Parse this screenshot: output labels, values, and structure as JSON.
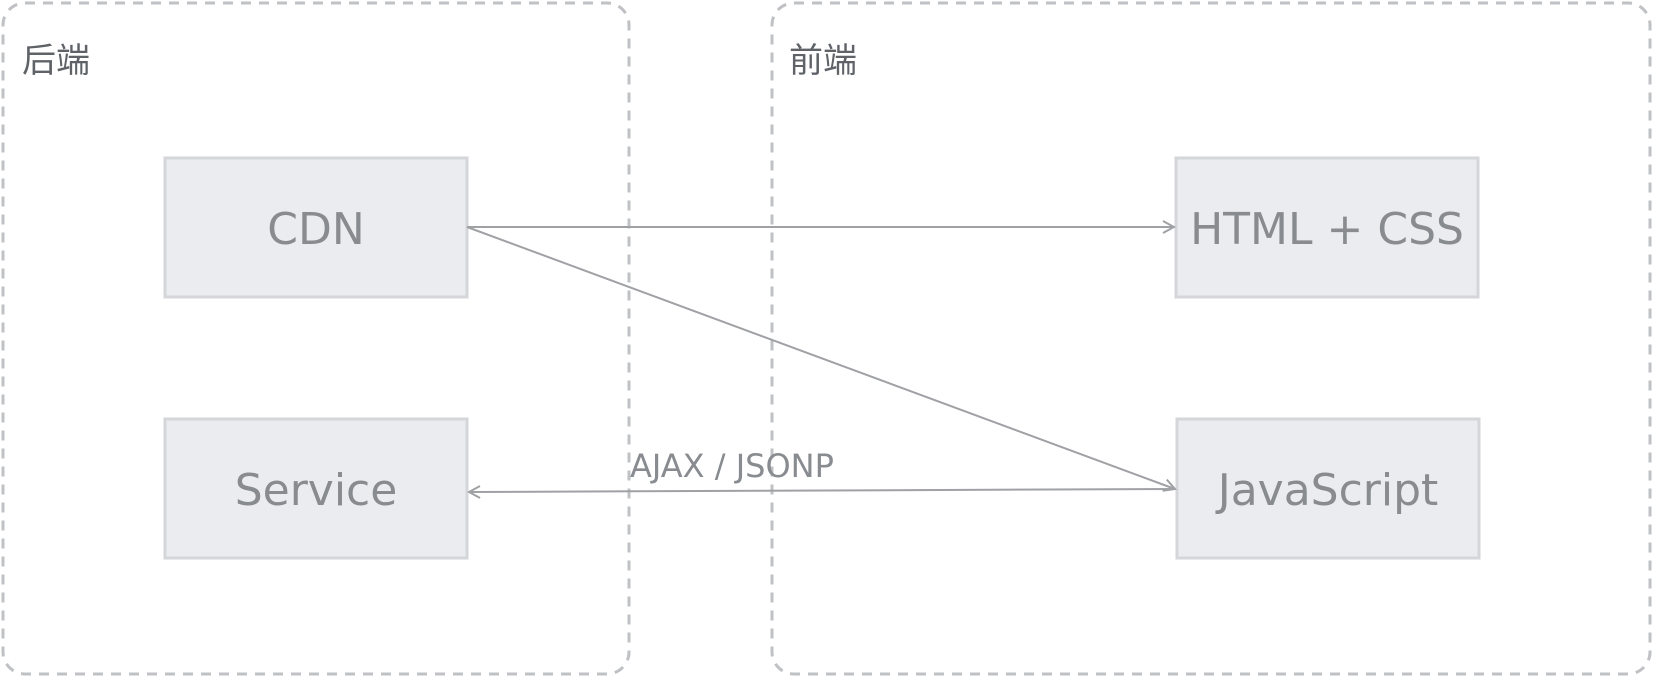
{
  "groups": {
    "backend": {
      "title": "后端"
    },
    "frontend": {
      "title": "前端"
    }
  },
  "nodes": {
    "cdn": {
      "label": "CDN"
    },
    "service": {
      "label": "Service"
    },
    "html_css": {
      "label": "HTML + CSS"
    },
    "javascript": {
      "label": "JavaScript"
    }
  },
  "edges": {
    "ajax_jsonp": {
      "label": "AJAX / JSONP"
    }
  },
  "colors": {
    "node_fill": "#ebecef",
    "node_border": "#d4d6d9",
    "group_border": "#bfc1c4",
    "arrow": "#9fa1a4",
    "text": "#888b8f",
    "title_text": "#5f6368"
  }
}
